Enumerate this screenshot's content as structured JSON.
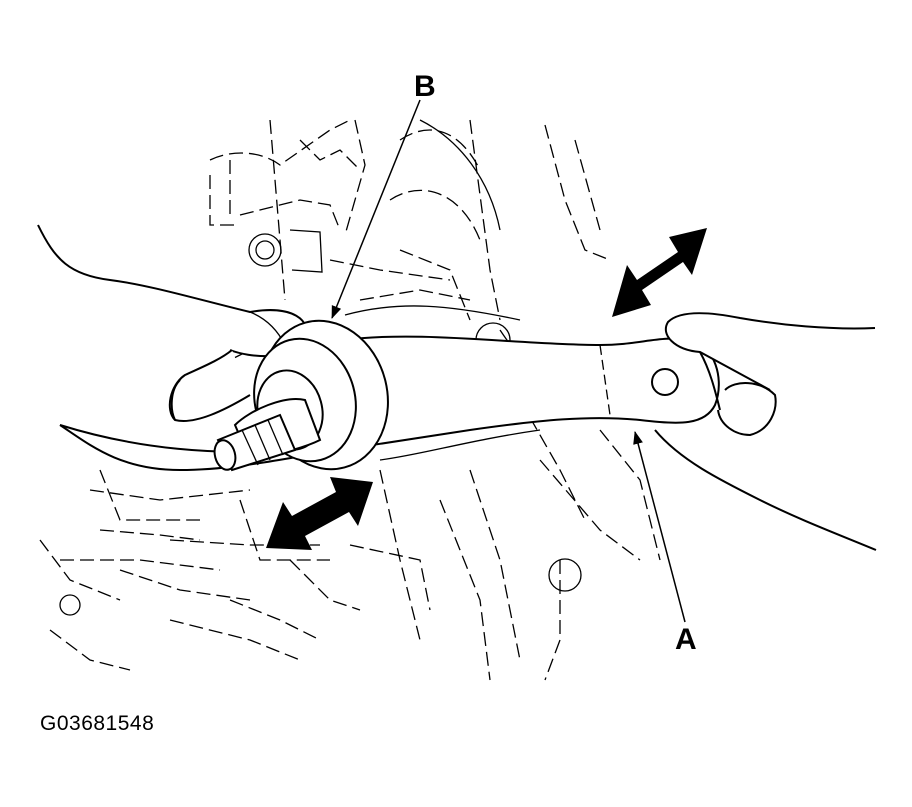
{
  "callouts": {
    "a": "A",
    "b": "B"
  },
  "figure_code": "G03681548",
  "colors": {
    "line": "#000000",
    "background": "#ffffff"
  },
  "icons": [
    "double-headed-arrow",
    "leader-arrow"
  ]
}
